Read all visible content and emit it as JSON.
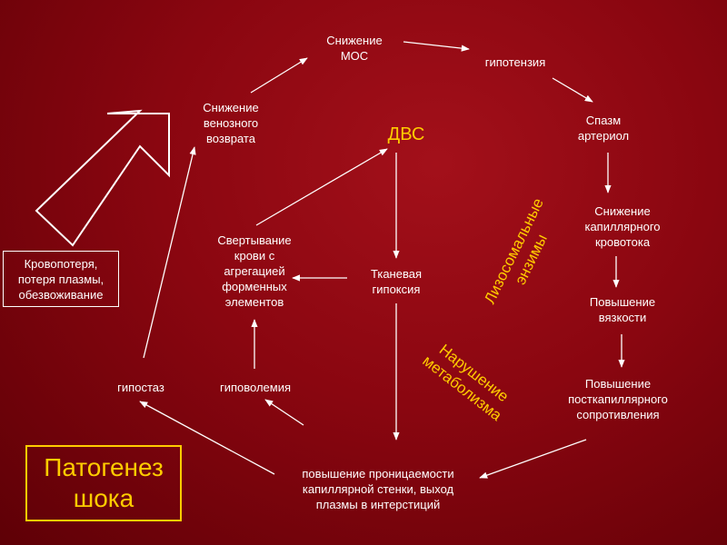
{
  "title": "Патогенез\nшока",
  "cause_box": "Кровопотеря,\nпотеря плазмы,\nобезвоживание",
  "nodes": {
    "snizhenie_mos": "Снижение\nМОС",
    "gipotenziya": "гипотензия",
    "spazm_arteriol": "Спазм\nартериол",
    "snizhenie_kapillyarnogo": "Снижение\nкапиллярного\nкровотока",
    "povyshenie_vyazkosti": "Повышение\nвязкости",
    "povyshenie_postkapillyarnogo": "Повышение\nпосткапиллярного\nсопротивления",
    "povyshenie_pronitsaemosti": "повышение проницаемости\nкапиллярной стенки, выход\nплазмы в интерстиций",
    "gipovolemiya": "гиповолемия",
    "gipostaz": "гипостаз",
    "snizhenie_venoznogo": "Снижение\nвенозного\nвозврата",
    "svertyvanie": "Свертывание\nкрови с\nагрегацией\nформенных\nэлементов",
    "tkanevaya_gipoksiya": "Тканевая\nгипоксия",
    "dvs": "ДВС"
  },
  "rotated_labels": {
    "lizosomalnye": "Лизосомальные\nэнзимы",
    "narushenie": "Нарушение\nметаболизма"
  },
  "colors": {
    "background": "#8a0610",
    "text": "#ffffff",
    "accent": "#ffcc00"
  }
}
